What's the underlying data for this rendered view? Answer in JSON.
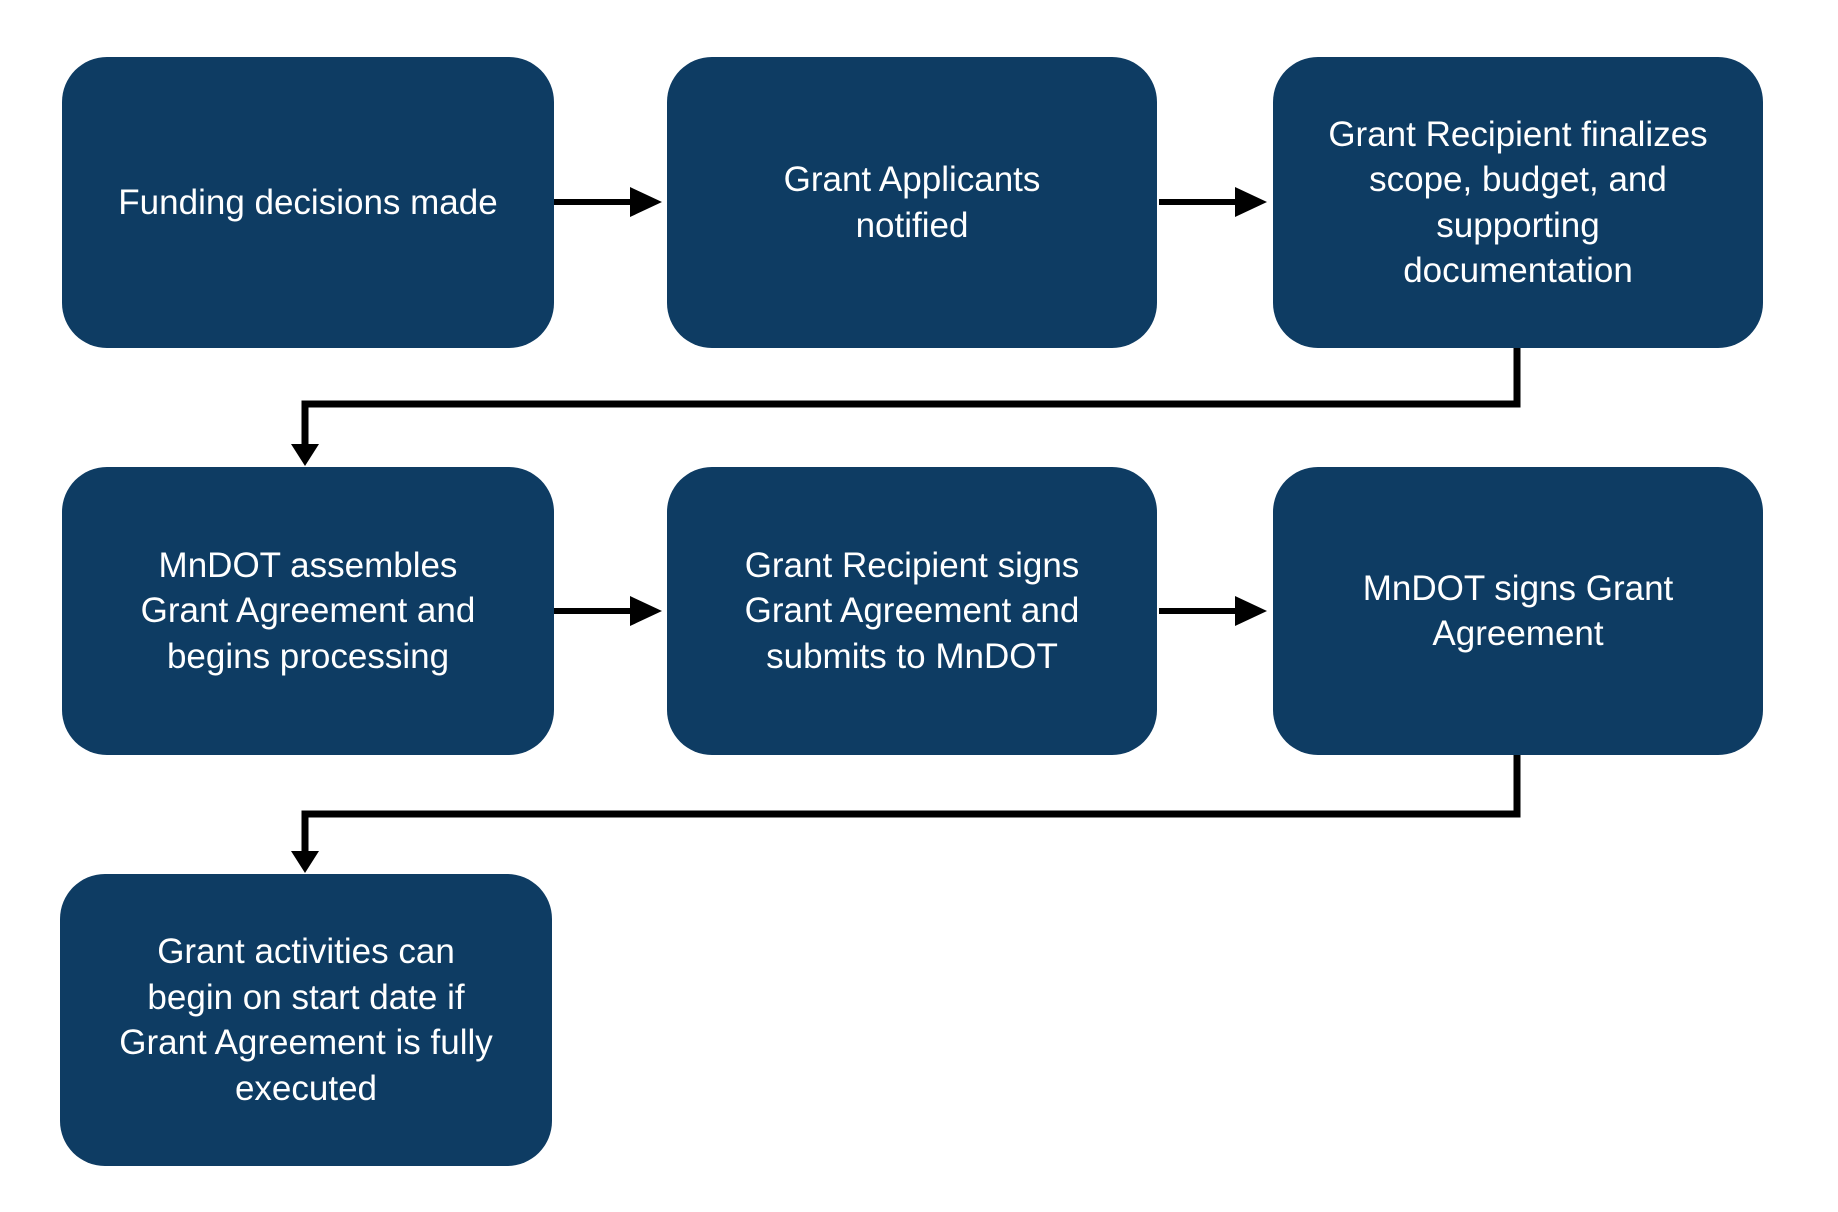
{
  "diagram": {
    "type": "flowchart",
    "boxes": [
      {
        "id": "funding-decisions",
        "text": "Funding decisions made"
      },
      {
        "id": "applicants-notified",
        "text": "Grant Applicants\nnotified"
      },
      {
        "id": "recipient-finalizes",
        "text": "Grant Recipient finalizes\nscope, budget, and\nsupporting\ndocumentation"
      },
      {
        "id": "mndot-assembles",
        "text": "MnDOT assembles\nGrant Agreement and\nbegins processing"
      },
      {
        "id": "recipient-signs",
        "text": "Grant Recipient signs\nGrant Agreement and\nsubmits to MnDOT"
      },
      {
        "id": "mndot-signs",
        "text": "MnDOT signs Grant\nAgreement"
      },
      {
        "id": "activities-begin",
        "text": "Grant activities can\nbegin on start date if\nGrant Agreement is fully\nexecuted"
      }
    ],
    "flow_order": [
      "funding-decisions",
      "applicants-notified",
      "recipient-finalizes",
      "mndot-assembles",
      "recipient-signs",
      "mndot-signs",
      "activities-begin"
    ]
  },
  "colors": {
    "box_fill": "#0E3C63",
    "box_text": "#FFFFFF",
    "connector": "#000000",
    "background": "#FFFFFF"
  }
}
